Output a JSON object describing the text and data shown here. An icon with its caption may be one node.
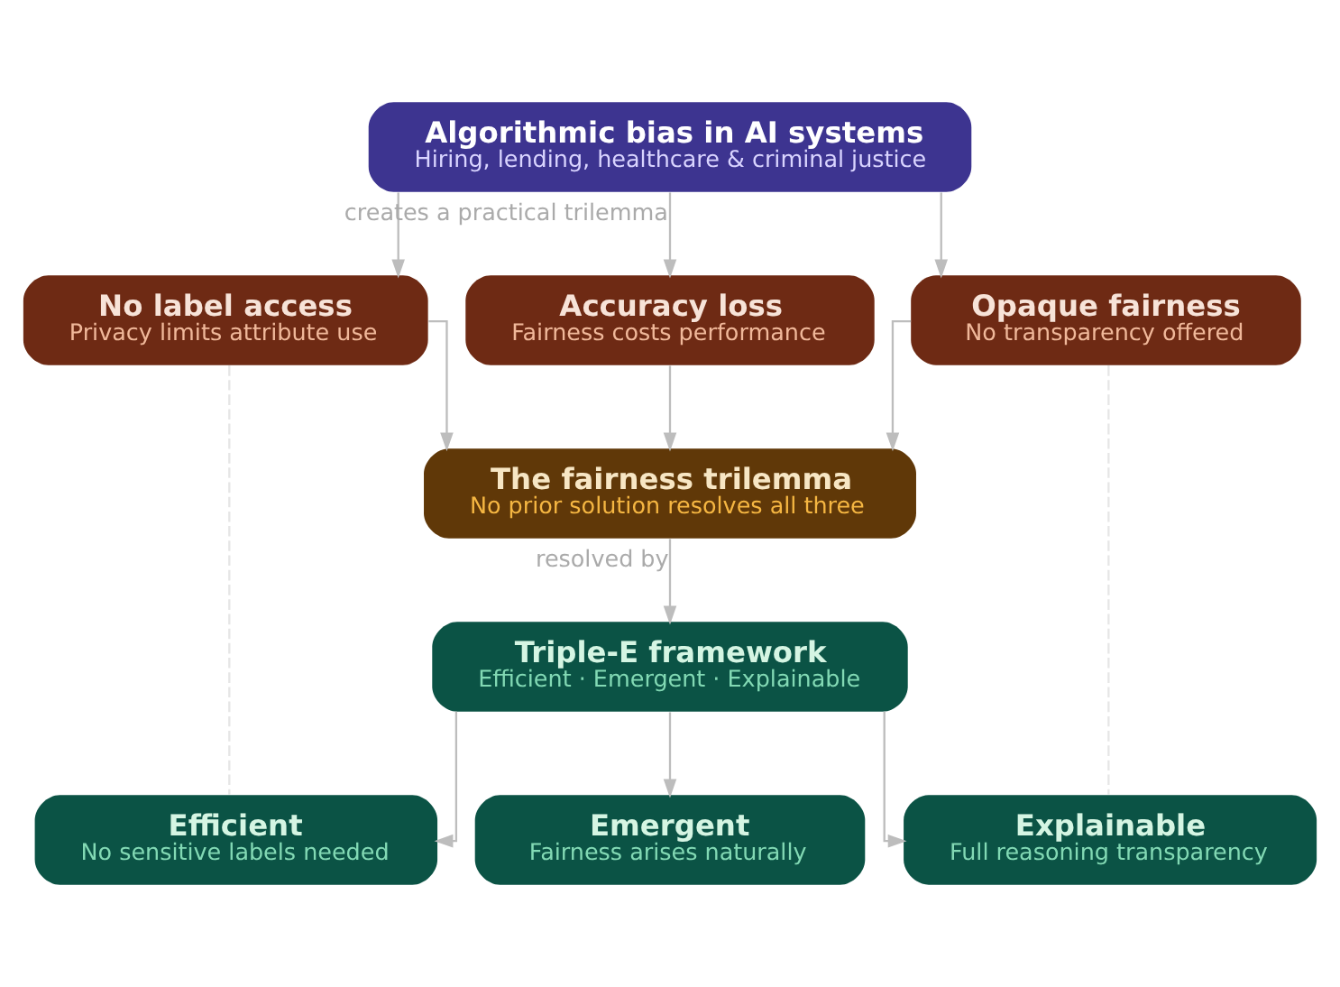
{
  "diagram": {
    "nodes": [
      {
        "text": [
          "Algorithmic bias in AI systems",
          "Hiring, lending, healthcare & criminal justice"
        ]
      },
      {
        "text": [
          "No label access",
          "Privacy limits attribute use"
        ]
      },
      {
        "text": [
          "Accuracy loss",
          "Fairness costs performance"
        ]
      },
      {
        "text": [
          "Opaque fairness",
          "No transparency offered"
        ]
      },
      {
        "text": [
          "The fairness trilemma",
          "No prior solution resolves all three"
        ]
      },
      {
        "text": [
          "Triple-E framework",
          "Efficient · Emergent · Explainable"
        ]
      },
      {
        "text": [
          "Efficient",
          "No sensitive labels needed"
        ]
      },
      {
        "text": [
          "Emergent",
          "Fairness arises naturally"
        ]
      },
      {
        "text": [
          "Explainable",
          "Full reasoning transparency"
        ]
      }
    ],
    "edges": [
      {
        "from": 0,
        "to": 1,
        "arrow": "to"
      },
      {
        "from": 0,
        "to": 2,
        "arrow": "to",
        "label": "creates a practical trilemma"
      },
      {
        "from": 0,
        "to": 3,
        "arrow": "to"
      },
      {
        "from": 1,
        "to": 4,
        "arrow": "to"
      },
      {
        "from": 2,
        "to": 4,
        "arrow": "to"
      },
      {
        "from": 3,
        "to": 4,
        "arrow": "to"
      },
      {
        "from": 4,
        "to": 5,
        "arrow": "to",
        "label": "resolved by"
      },
      {
        "from": 5,
        "to": 6,
        "arrow": "to"
      },
      {
        "from": 5,
        "to": 7,
        "arrow": "to"
      },
      {
        "from": 5,
        "to": 8,
        "arrow": "to"
      },
      {
        "from": 1,
        "to": 6,
        "arrow": "none",
        "style": "dashed",
        "color": "#e6e6e6"
      },
      {
        "from": 3,
        "to": 8,
        "arrow": "none",
        "style": "dashed",
        "color": "#e6e6e6"
      }
    ]
  }
}
